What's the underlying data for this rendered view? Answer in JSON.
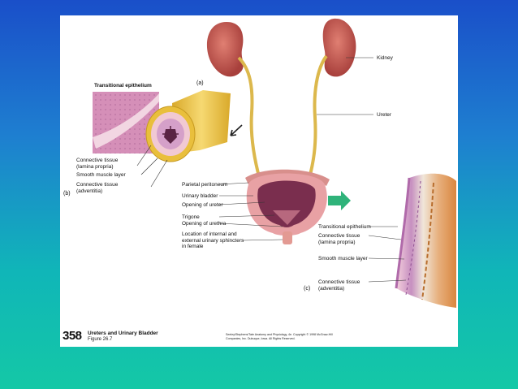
{
  "figure": {
    "page_number": "358",
    "chapter_title": "Ureters and Urinary Bladder",
    "figure_number": "Figure 26.7",
    "credit": "Seeley/Stephens/Tate  Anatomy and Physiology, 4e. Copyright © 1998 McGraw-Hill\nCompanies, Inc. Dubuque, Iowa. All Rights Reserved."
  },
  "panel_a": {
    "letter": "(a)",
    "labels": {
      "kidney": "Kidney",
      "ureter": "Ureter",
      "parietal_peritoneum": "Parietal peritoneum",
      "urinary_bladder": "Urinary bladder",
      "opening_of_ureter": "Opening of ureter",
      "trigone": "Trigone",
      "opening_of_urethra": "Opening of urethra",
      "sphincters": "Location of internal and\nexternal urinary sphincters\nin female"
    }
  },
  "panel_b": {
    "letter": "(b)",
    "labels": {
      "transitional_epithelium": "Transitional epithelium",
      "lamina_propria": "Connective tissue\n(lamina propria)",
      "smooth_muscle": "Smooth muscle layer",
      "adventitia": "Connective tissue\n(adventitia)"
    }
  },
  "panel_c": {
    "letter": "(c)",
    "labels": {
      "transitional_epithelium": "Transitional epithelium",
      "lamina_propria": "Connective tissue\n(lamina propria)",
      "smooth_muscle": "Smooth muscle layer",
      "adventitia": "Connective tissue\n(adventitia)"
    }
  },
  "colors": {
    "kidney": "#c0504a",
    "ureter": "#e8d27a",
    "bladder_outer": "#e9a3a8",
    "bladder_inner": "#7a2e4e",
    "arrow": "#2fb37a"
  }
}
